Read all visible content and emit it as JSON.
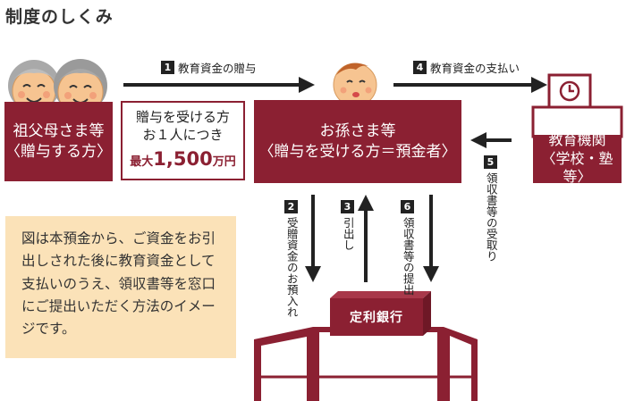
{
  "title": "制度のしくみ",
  "grandparents": {
    "line1": "祖父母さま等",
    "line2": "〈贈与する方〉"
  },
  "limit": {
    "line1": "贈与を受ける方",
    "line2": "お１人につき",
    "prefix": "最大",
    "amount": "1,500",
    "unit": "万円"
  },
  "grandchild": {
    "line1": "お孫さま等",
    "line2": "〈贈与を受ける方＝預金者〉"
  },
  "school": {
    "line1": "教育機関",
    "line2": "〈学校・塾等〉"
  },
  "bank": {
    "name": "定利銀行"
  },
  "steps": [
    {
      "num": "1",
      "label": "教育資金の贈与"
    },
    {
      "num": "2",
      "label": "受贈資金のお預入れ"
    },
    {
      "num": "3",
      "label": "引出し"
    },
    {
      "num": "4",
      "label": "教育資金の支払い"
    },
    {
      "num": "5",
      "label": "領収書等の受取り"
    },
    {
      "num": "6",
      "label": "領収書等の提出"
    }
  ],
  "note": "図は本預金から、ご資金をお引出しされた後に教育資金として支払いのうえ、領収書等を窓口にご提出いただく方法のイメージです。",
  "colors": {
    "maroon": "#8b2032",
    "note_bg": "#fbe2b8",
    "arrow": "#222222",
    "face": "#f6c491",
    "hair_grey": "#b9b9b9"
  }
}
